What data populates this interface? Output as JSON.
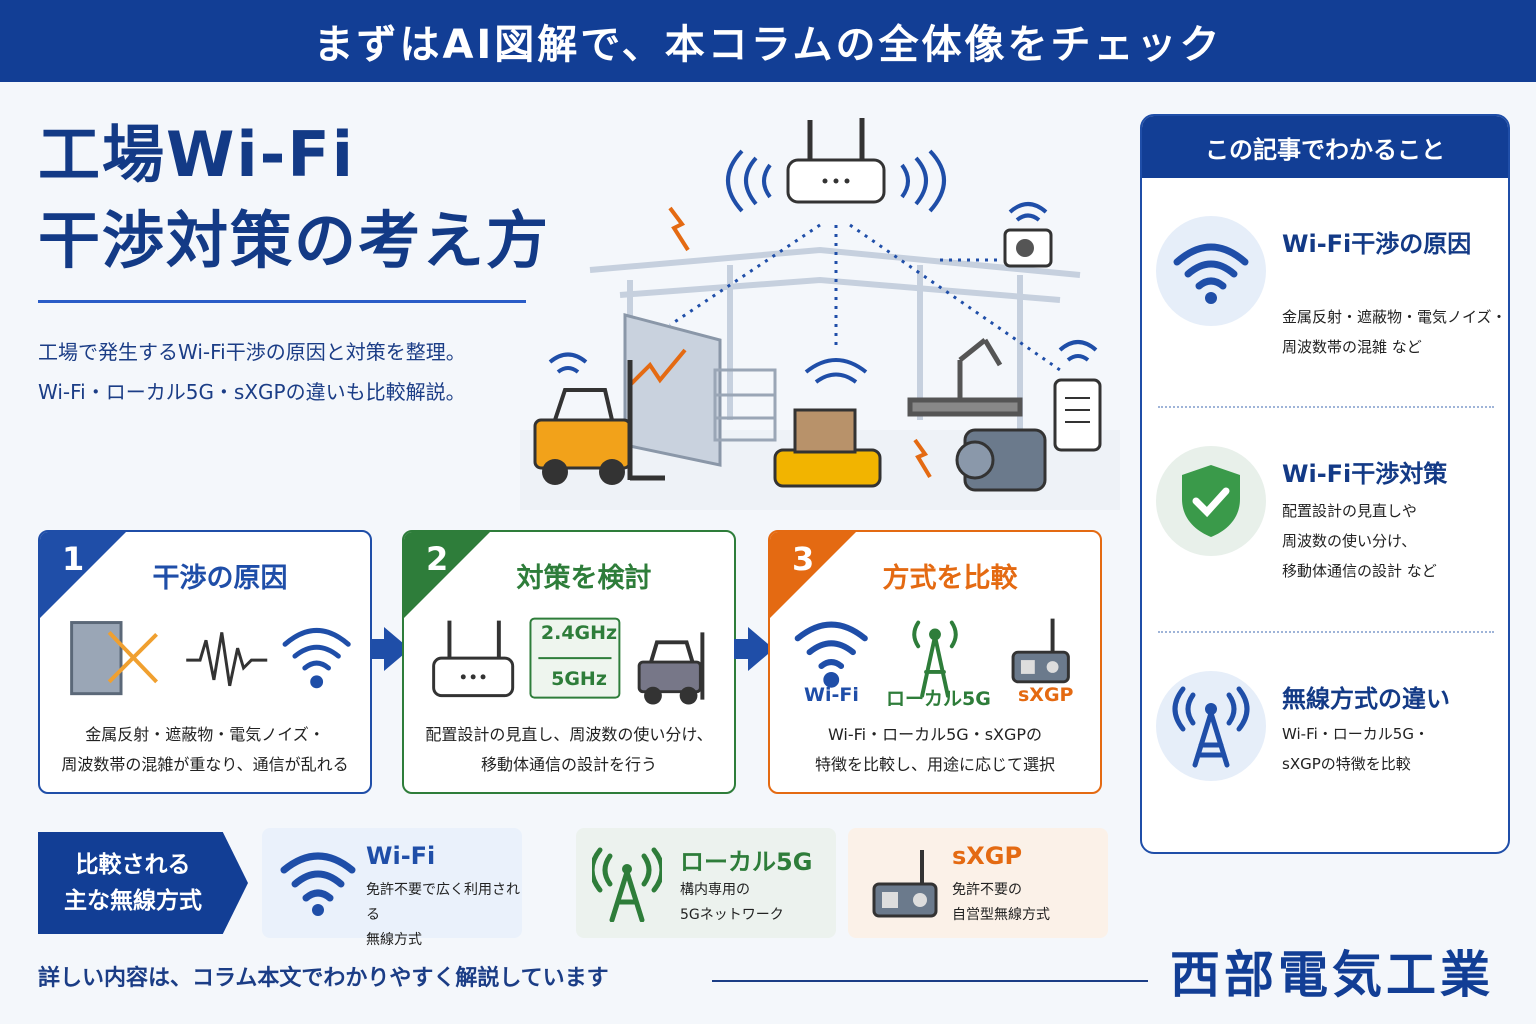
{
  "banner": {
    "text": "まずはAI図解で、本コラムの全体像をチェック"
  },
  "hero": {
    "title_line1": "工場Wi-Fi",
    "title_line2": "干渉対策の考え方",
    "lead_line1": "工場で発生するWi-Fi干渉の原因と対策を整理。",
    "lead_line2": "Wi-Fi・ローカル5G・sXGPの違いも比較解説。"
  },
  "panel": {
    "header": "この記事でわかること",
    "items": [
      {
        "title": "Wi-Fi干渉の原因",
        "desc_line1": "金属反射・遮蔽物・電気ノイズ・",
        "desc_line2": "周波数帯の混雑 など",
        "icon": "wifi-icon"
      },
      {
        "title": "Wi-Fi干渉対策",
        "desc_line1": "配置設計の見直しや",
        "desc_line2": "周波数の使い分け、",
        "desc_line3": "移動体通信の設計 など",
        "icon": "shield-check-icon"
      },
      {
        "title": "無線方式の違い",
        "desc_line1": "Wi-Fi・ローカル5G・",
        "desc_line2": "sXGPの特徴を比較",
        "icon": "antenna-tower-icon"
      }
    ]
  },
  "steps": [
    {
      "num": "1",
      "title": "干渉の原因",
      "desc_line1": "金属反射・遮蔽物・電気ノイズ・",
      "desc_line2": "周波数帯の混雑が重なり、通信が乱れる",
      "color": "#1f4ea8"
    },
    {
      "num": "2",
      "title": "対策を検討",
      "desc_line1": "配置設計の見直し、周波数の使い分け、",
      "desc_line2": "移動体通信の設計を行う",
      "color": "#2e7d3a",
      "band_top": "2.4GHz",
      "band_bottom": "5GHz"
    },
    {
      "num": "3",
      "title": "方式を比較",
      "desc_line1": "Wi-Fi・ローカル5G・sXGPの",
      "desc_line2": "特徴を比較し、用途に応じて選択",
      "color": "#e46a12",
      "labels": [
        "Wi-Fi",
        "ローカル5G",
        "sXGP"
      ]
    }
  ],
  "compare": {
    "tag_line1": "比較される",
    "tag_line2": "主な無線方式",
    "items": [
      {
        "title": "Wi-Fi",
        "desc_line1": "免許不要で広く利用される",
        "desc_line2": "無線方式",
        "color": "#1f4ea8",
        "bg": "#eaf1fb"
      },
      {
        "title": "ローカル5G",
        "desc_line1": "構内専用の",
        "desc_line2": "5Gネットワーク",
        "color": "#2e7d3a",
        "bg": "#ecf2ee"
      },
      {
        "title": "sXGP",
        "desc_line1": "免許不要の",
        "desc_line2": "自営型無線方式",
        "color": "#e46a12",
        "bg": "#fbf1e8"
      }
    ]
  },
  "footer": {
    "note": "詳しい内容は、コラム本文でわかりやすく解説しています",
    "company": "西部電気工業"
  }
}
